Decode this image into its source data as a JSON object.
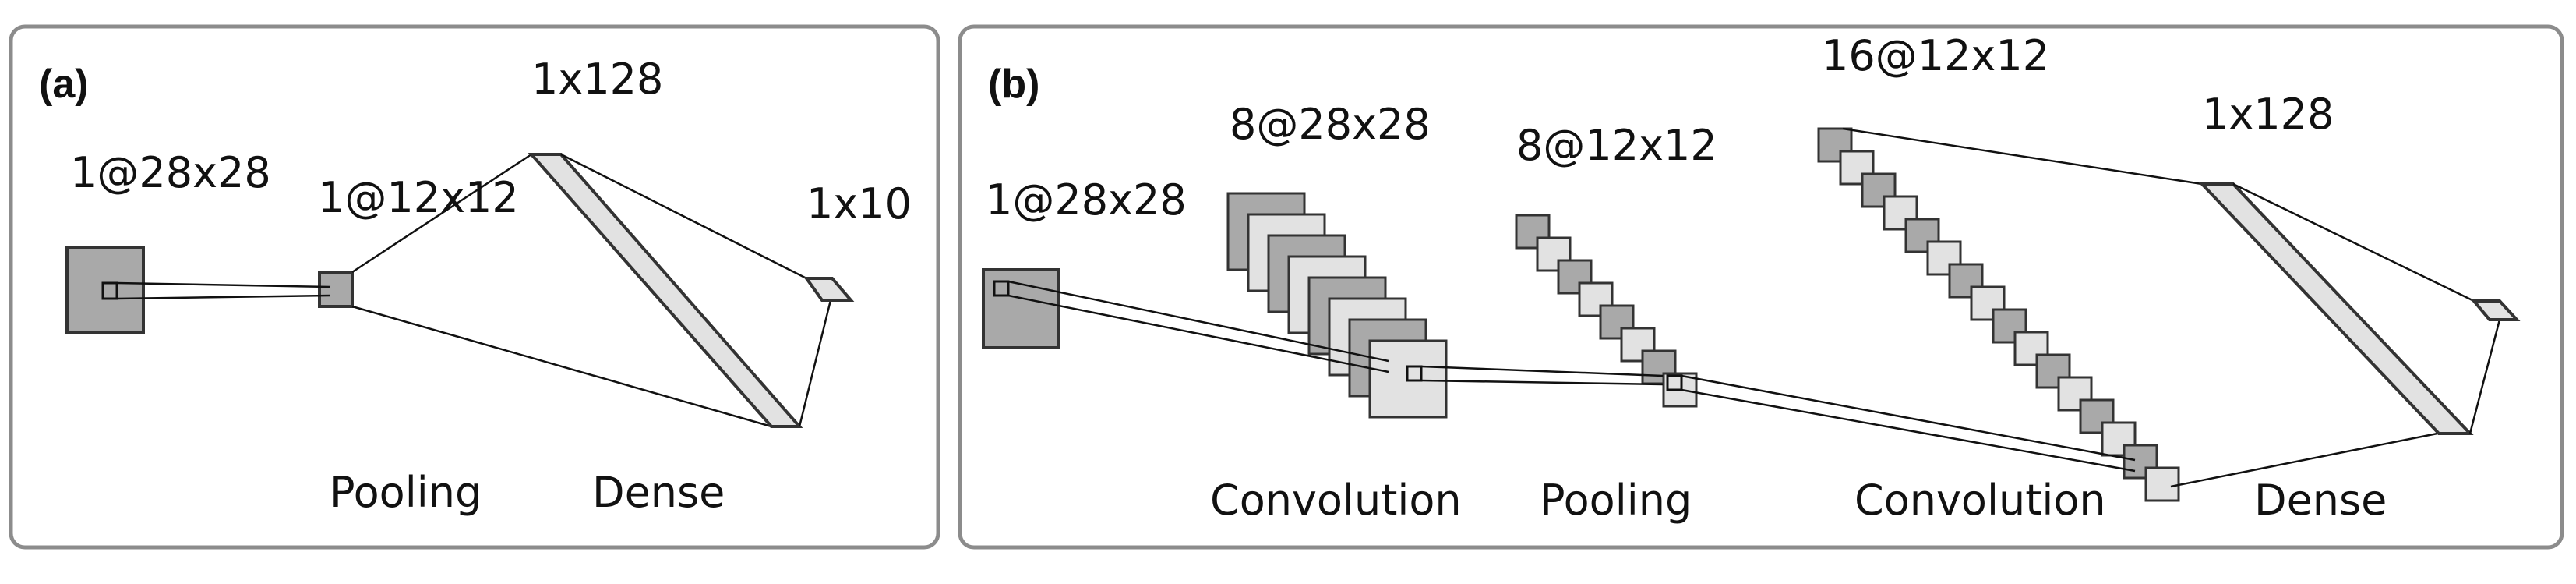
{
  "colors": {
    "panel_border": "#8c8c8c",
    "dark_fill": "#a9a9a9",
    "light_fill": "#e2e2e2",
    "stroke": "#333333",
    "line": "#111111"
  },
  "panel_a": {
    "label": "(a)",
    "layers": {
      "input": "1@28x28",
      "pool": "1@12x12",
      "dense": "1x128",
      "output": "1x10"
    },
    "ops": {
      "pooling": "Pooling",
      "dense": "Dense"
    }
  },
  "panel_b": {
    "label": "(b)",
    "layers": {
      "input": "1@28x28",
      "conv1": "8@28x28",
      "pool": "8@12x12",
      "conv2": "16@12x12",
      "dense": "1x128"
    },
    "ops": {
      "conv1": "Convolution",
      "pooling": "Pooling",
      "conv2": "Convolution",
      "dense": "Dense"
    }
  }
}
